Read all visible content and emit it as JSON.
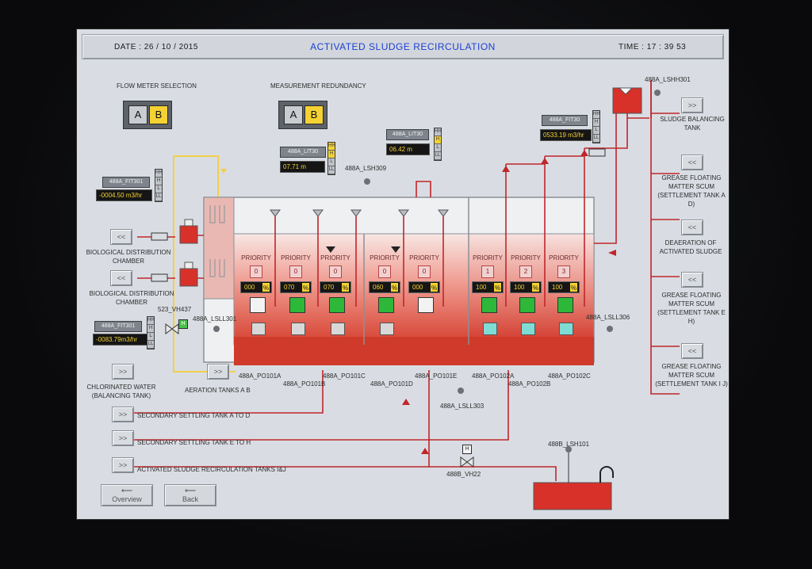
{
  "header": {
    "date_label": "DATE : 26 / 10 / 2015",
    "title": "ACTIVATED SLUDGE RECIRCULATION",
    "time_label": "TIME :  17 : 39    53"
  },
  "selectors": {
    "flow_meter": {
      "label": "FLOW METER SELECTION",
      "a": "A",
      "b": "B"
    },
    "redundancy": {
      "label": "MEASUREMENT REDUNDANCY",
      "a": "A",
      "b": "B"
    }
  },
  "instruments": {
    "fit301_top": {
      "tag": "488A_FIT301",
      "value": "-0004.50  m3/hr"
    },
    "fit301_bot": {
      "tag": "488A_FIT301",
      "value": "-0083.79m3/hr"
    },
    "lit30_a": {
      "tag": "488A_LIT30",
      "value": "07.71      m"
    },
    "lit30_b": {
      "tag": "488A_LIT30",
      "value": "06.42      m"
    },
    "fit30": {
      "tag": "488A_FIT30",
      "value": "0533.19  m3/hr"
    },
    "hhl": [
      "HH",
      "H",
      "L",
      "LL"
    ]
  },
  "labels": {
    "lsh309": "488A_LSH309",
    "lshh301": "488A_LSHH301",
    "lsll301": "488A_LSLL301",
    "lsll306": "488A_LSLL306",
    "lsll303": "488A_LSLL303",
    "vh437": "523_VH437",
    "vh22": "488B_VH22",
    "lsh101": "488B_LSH101",
    "pumps_row1": [
      "488A_PO101A",
      "488A_PO101C",
      "488A_PO101E",
      "488A_PO102A",
      "488A_PO102C"
    ],
    "pumps_row2": [
      "488A_PO101B",
      "488A_PO101D",
      "488A_PO102B"
    ]
  },
  "priorities": [
    {
      "label": "PRIORITY",
      "num": "0",
      "pct": "000"
    },
    {
      "label": "PRIORITY",
      "num": "0",
      "pct": "070"
    },
    {
      "label": "PRIORITY",
      "num": "0",
      "pct": "070"
    },
    {
      "label": "PRIORITY",
      "num": "0",
      "pct": "060"
    },
    {
      "label": "PRIORITY",
      "num": "0",
      "pct": "000"
    },
    {
      "label": "PRIORITY",
      "num": "1",
      "pct": "100"
    },
    {
      "label": "PRIORITY",
      "num": "2",
      "pct": "100"
    },
    {
      "label": "PRIORITY",
      "num": "3",
      "pct": "100"
    }
  ],
  "pct_unit": "%",
  "nav_left": {
    "bio1": "BIOLOGICAL DISTRIBUTION CHAMBER",
    "bio2": "BIOLOGICAL DISTRIBUTION CHAMBER",
    "chlor": "CHLORINATED WATER (BALANCING TANK)",
    "aer": "AERATION TANKS A B",
    "sec_ad": "SECONDARY SETTLING TANK A TO D",
    "sec_eh": "SECONDARY SETTLING TANK E TO H",
    "asr": "ACTIVATED SLUDGE RECIRCULATION TANKS I&J"
  },
  "nav_right": {
    "sludge": "SLUDGE BALANCING TANK",
    "grease_ad": "GREASE FLOATING MATTER SCUM (SETTLEMENT TANK A D)",
    "deaer": "DEAERATION OF ACTIVATED SLUDGE",
    "grease_eh": "GREASE FLOATING MATTER SCUM (SETTLEMENT TANK E H)",
    "grease_ij": "GREASE FLOATING MATTER SCUM (SETTLEMENT TANK I J)"
  },
  "nav_arrow": ">>",
  "nav_back_arrow": "<<",
  "footer": {
    "overview": "Overview",
    "back": "Back"
  },
  "hbox": "H",
  "colors": {
    "pipe_red": "#c0262b",
    "pipe_yellow": "#f2cf4a",
    "sludge": "#d8312a",
    "accent_yellow": "#f4d233"
  }
}
